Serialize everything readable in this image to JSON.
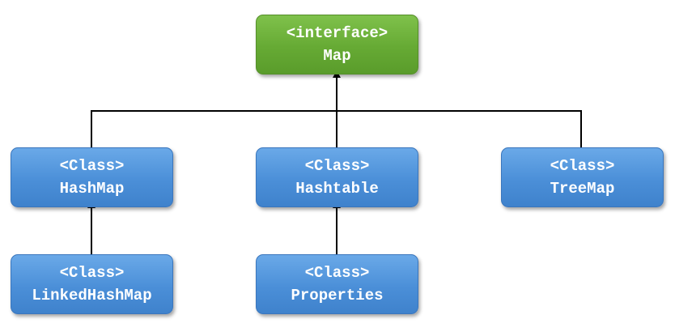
{
  "diagram": {
    "nodes": {
      "map": {
        "stereotype": "<interface>",
        "name": "Map"
      },
      "hashmap": {
        "stereotype": "<Class>",
        "name": "HashMap"
      },
      "hashtable": {
        "stereotype": "<Class>",
        "name": "Hashtable"
      },
      "treemap": {
        "stereotype": "<Class>",
        "name": "TreeMap"
      },
      "linkedhashmap": {
        "stereotype": "<Class>",
        "name": "LinkedHashMap"
      },
      "properties": {
        "stereotype": "<Class>",
        "name": "Properties"
      }
    },
    "edges": [
      {
        "from": "hashmap",
        "to": "map"
      },
      {
        "from": "hashtable",
        "to": "map"
      },
      {
        "from": "treemap",
        "to": "map"
      },
      {
        "from": "linkedhashmap",
        "to": "hashmap"
      },
      {
        "from": "properties",
        "to": "hashtable"
      }
    ],
    "colors": {
      "interface": "#66aa34",
      "class": "#4b8fd8",
      "connector": "#000000"
    }
  }
}
